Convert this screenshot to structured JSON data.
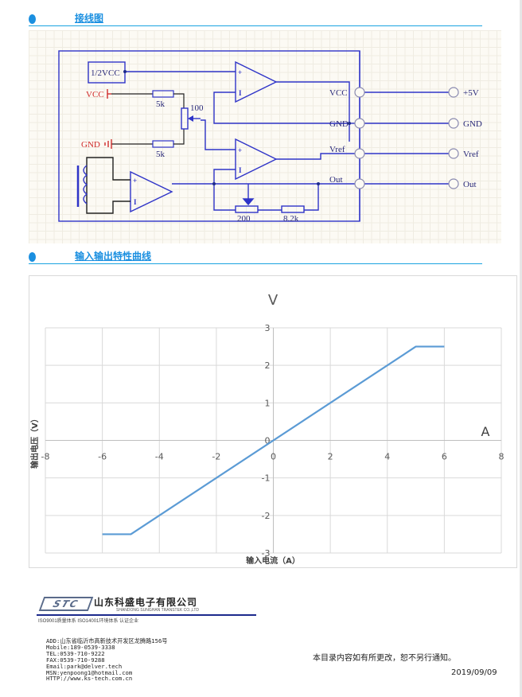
{
  "sections": {
    "wiring": {
      "title": "接线图"
    },
    "curve": {
      "title": "输入输出特性曲线"
    }
  },
  "schematic": {
    "half_vcc": "1/2VCC",
    "vcc_source": "VCC",
    "gnd_source": "GND",
    "r1": "5k",
    "r2": "5k",
    "pot": "100",
    "trim_pot": "200",
    "r_feedback": "8.2k",
    "opamp_plus": "+",
    "opamp_minus": "I",
    "pins": [
      {
        "label": "VCC",
        "terminal": "+5V"
      },
      {
        "label": "GND",
        "terminal": "GND"
      },
      {
        "label": "Vref",
        "terminal": "Vref"
      },
      {
        "label": "Out",
        "terminal": "Out"
      }
    ],
    "colors": {
      "wire": "#2f34c8",
      "source": "#d02b2b",
      "black_wire": "#222222"
    }
  },
  "chart_data": {
    "type": "line",
    "title": "V",
    "xlabel": "输入电流（A）",
    "ylabel": "输出电压（V）",
    "x_unit_label": "A",
    "xlim": [
      -8,
      8
    ],
    "ylim": [
      -3,
      3
    ],
    "xticks": [
      -8,
      -6,
      -4,
      -2,
      0,
      2,
      4,
      6,
      8
    ],
    "yticks": [
      -3,
      -2,
      -1,
      0,
      1,
      2,
      3
    ],
    "grid": true,
    "legend": "none",
    "series": [
      {
        "name": "输出电压",
        "color": "#5b9bd5",
        "x": [
          -6,
          -5,
          5,
          6
        ],
        "y": [
          -2.5,
          -2.5,
          2.5,
          2.5
        ]
      }
    ]
  },
  "footer": {
    "logo_mark": "STC",
    "company_cn": "山东科盛电子有限公司",
    "company_en": "SHANDONG SUNGHAN TRANSTEK CO.,LTD",
    "certifications": "ISO9001质量体系  ISO14001环境体系  认证企业",
    "contact": [
      "ADD:山东省临沂市高新技术开发区龙腾路156号",
      "Mobile:189-0539-3338",
      "TEL:0539-710-9222",
      "FAX:0539-710-9288",
      "Email:park@delver.tech",
      "MSN:yenpoong1@hotmail.com",
      "HTTP://www.ks-tech.com.cn"
    ],
    "notice": "本目录内容如有所更改，恕不另行通知。",
    "date": "2019/09/09"
  }
}
